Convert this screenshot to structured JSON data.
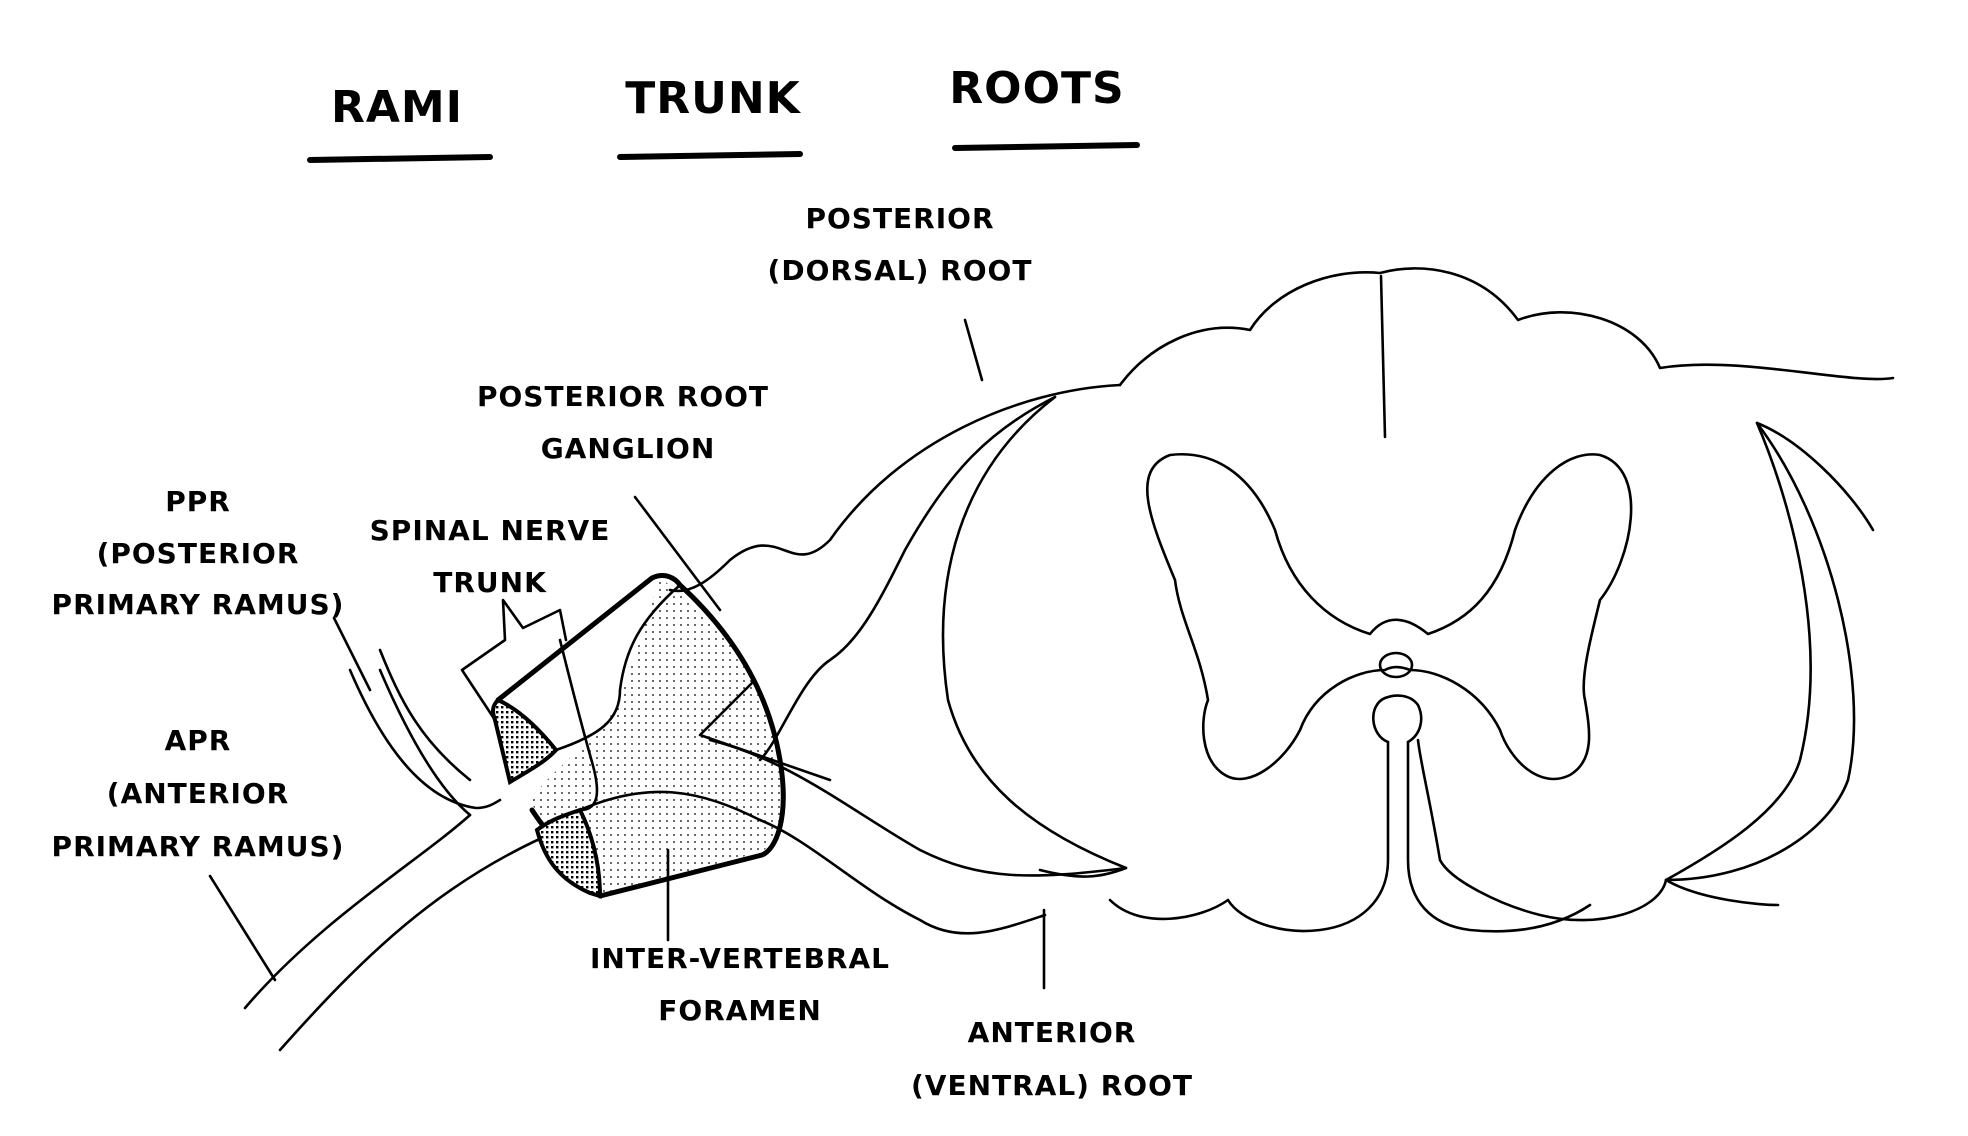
{
  "diagram": {
    "title": "Spinal nerve: rami, trunk and roots",
    "colors": {
      "ink": "#000000",
      "background": "#ffffff",
      "stipple": "#000000"
    },
    "headers": [
      {
        "id": "rami",
        "label": "RAMI"
      },
      {
        "id": "trunk",
        "label": "TRUNK"
      },
      {
        "id": "roots",
        "label": "ROOTS"
      }
    ],
    "labels": {
      "posterior_root": [
        "POSTERIOR",
        "(DORSAL)  ROOT"
      ],
      "posterior_root_ganglion": [
        "POSTERIOR  ROOT",
        "GANGLION"
      ],
      "ppr": [
        "PPR",
        "(POSTERIOR",
        "PRIMARY  RAMUS)"
      ],
      "spinal_nerve_trunk": [
        "SPINAL  NERVE",
        "TRUNK"
      ],
      "apr": [
        "APR",
        "(ANTERIOR",
        "PRIMARY  RAMUS)"
      ],
      "intervertebral_foramen": [
        "INTER-VERTEBRAL",
        "FORAMEN"
      ],
      "anterior_root": [
        "ANTERIOR",
        "(VENTRAL)  ROOT"
      ]
    }
  }
}
